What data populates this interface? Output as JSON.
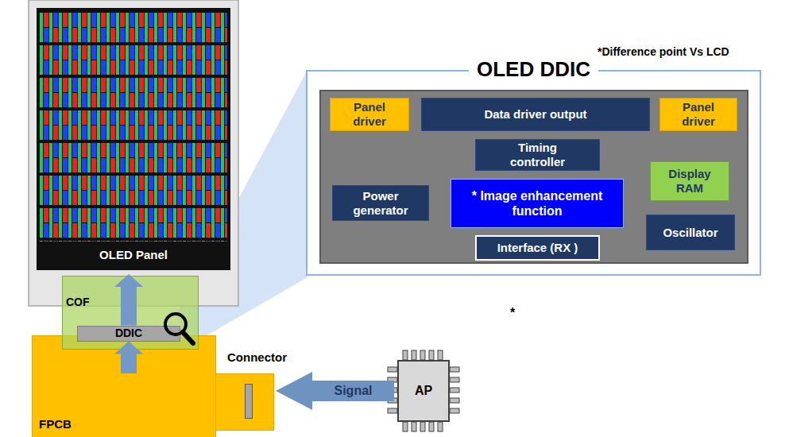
{
  "diagram": {
    "nodes": [
      {
        "text": [
          "OLED Panel"
        ]
      },
      {
        "text": [
          "OLED DDIC"
        ]
      },
      {
        "text": [
          "Panel driver"
        ],
        "in": 1
      },
      {
        "text": [
          "Data driver output"
        ],
        "in": 1
      },
      {
        "text": [
          "Panel driver"
        ],
        "in": 1
      },
      {
        "text": [
          "Timing controller"
        ],
        "in": 1
      },
      {
        "text": [
          "Display RAM"
        ],
        "in": 1
      },
      {
        "text": [
          "Power generator"
        ],
        "in": 1
      },
      {
        "text": [
          "* Image enhancement function"
        ],
        "in": 1
      },
      {
        "text": [
          "Oscillator"
        ],
        "in": 1
      },
      {
        "text": [
          "Interface (RX )"
        ],
        "in": 1
      },
      {
        "text": [
          "COF"
        ]
      },
      {
        "text": [
          "DDIC"
        ],
        "in": 11
      },
      {
        "text": [
          "FPCB"
        ]
      },
      {
        "text": [
          "Connector"
        ]
      },
      {
        "text": [
          "AP"
        ]
      }
    ],
    "edges": [
      {
        "from": 13,
        "to": 12,
        "arrow": "to"
      },
      {
        "from": 12,
        "to": 0,
        "arrow": "to"
      },
      {
        "from": 15,
        "to": 14,
        "label": "Signal",
        "arrow": "to"
      }
    ],
    "labels": [
      "*Difference point Vs LCD",
      "*"
    ]
  }
}
